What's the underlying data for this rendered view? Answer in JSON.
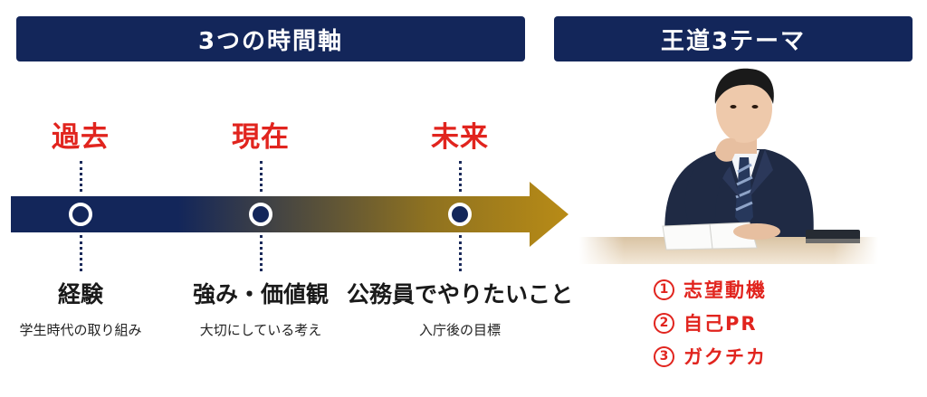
{
  "colors": {
    "navy": "#13265a",
    "red": "#e1241e",
    "gold": "#b88b16",
    "text": "#1a1a1a"
  },
  "left_banner": {
    "title": "3つの時間軸"
  },
  "right_banner": {
    "title": "王道3テーマ"
  },
  "timeline": {
    "points": [
      {
        "time": "過去",
        "title": "経験",
        "subtitle": "学生時代の取り組み",
        "marker": "ring-marker"
      },
      {
        "time": "現在",
        "title": "強み・価値観",
        "subtitle": "大切にしている考え",
        "marker": "ring-marker"
      },
      {
        "time": "未来",
        "title": "公務員でやりたいこと",
        "subtitle": "入庁後の目標",
        "marker": "filled-marker"
      }
    ]
  },
  "themes": [
    {
      "num": "1",
      "label": "志望動機"
    },
    {
      "num": "2",
      "label": "自己PR"
    },
    {
      "num": "3",
      "label": "ガクチカ"
    }
  ],
  "illustration": {
    "icon": "businessman-thinking-icon"
  }
}
